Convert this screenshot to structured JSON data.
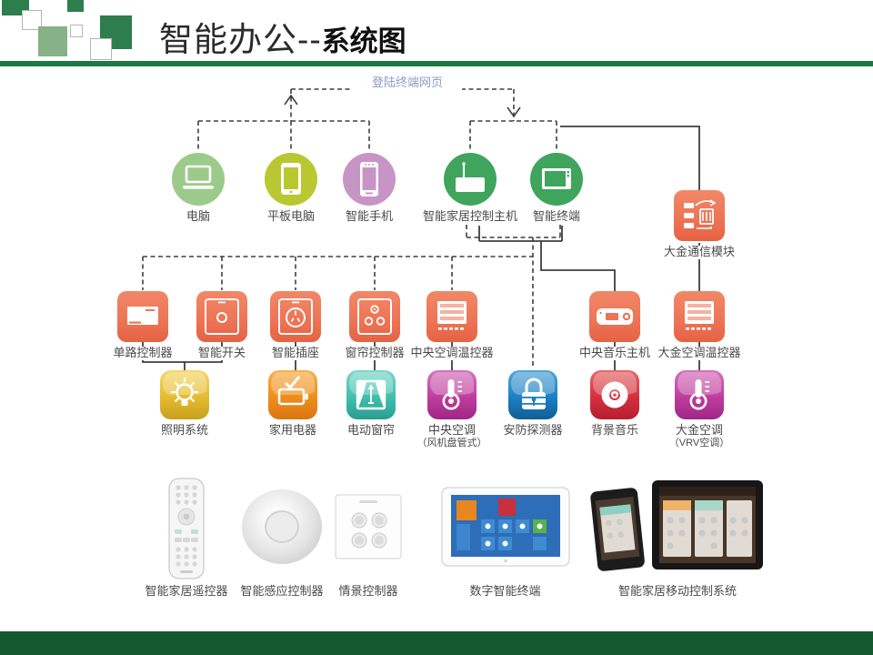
{
  "header": {
    "title_regular": "智能办公--",
    "title_bold": "系统图"
  },
  "diagram": {
    "top_link_label": "登陆终端网页",
    "clients": [
      {
        "label": "电脑"
      },
      {
        "label": "平板电脑"
      },
      {
        "label": "智能手机"
      },
      {
        "label": "智能家居控制主机"
      },
      {
        "label": "智能终端"
      }
    ],
    "comm_module": {
      "label": "大金通信模块"
    },
    "controllers": [
      {
        "label": "单路控制器"
      },
      {
        "label": "智能开关"
      },
      {
        "label": "智能插座"
      },
      {
        "label": "窗帘控制器"
      },
      {
        "label": "中央空调温控器"
      },
      {
        "label": "中央音乐主机"
      },
      {
        "label": "大金空调温控器"
      }
    ],
    "subsystems": [
      {
        "label": "照明系统",
        "sublabel": ""
      },
      {
        "label": "家用电器",
        "sublabel": ""
      },
      {
        "label": "电动窗帘",
        "sublabel": ""
      },
      {
        "label": "中央空调",
        "sublabel": "（风机盘管式）"
      },
      {
        "label": "安防探测器",
        "sublabel": ""
      },
      {
        "label": "背景音乐",
        "sublabel": ""
      },
      {
        "label": "大金空调",
        "sublabel": "（VRV空调）"
      }
    ],
    "devices": [
      {
        "label": "智能家居遥控器"
      },
      {
        "label": "智能感应控制器"
      },
      {
        "label": "情景控制器"
      },
      {
        "label": "数字智能终端"
      },
      {
        "label": "智能家居移动控制系统"
      }
    ]
  },
  "colors": {
    "header_green": "#2e7d4d",
    "rule_green": "#1b7a44",
    "footer_green": "#14582f",
    "client_computer": "#9cca8b",
    "client_tablet": "#b9c831",
    "client_phone": "#c795c5",
    "client_host_green": "#3fa45c",
    "controller_orange": "#ed7355",
    "app_lighting": "#e4bc2f",
    "app_appliance": "#ef8d1c",
    "app_curtain": "#3fbfae",
    "app_central_ac": "#bf3d9e",
    "app_security": "#1b80c4",
    "app_music": "#d62f3e",
    "app_daikin_ac": "#bf3d9e",
    "link_label_blue": "#8d9cc4",
    "line_gray": "#3f3f3f"
  }
}
